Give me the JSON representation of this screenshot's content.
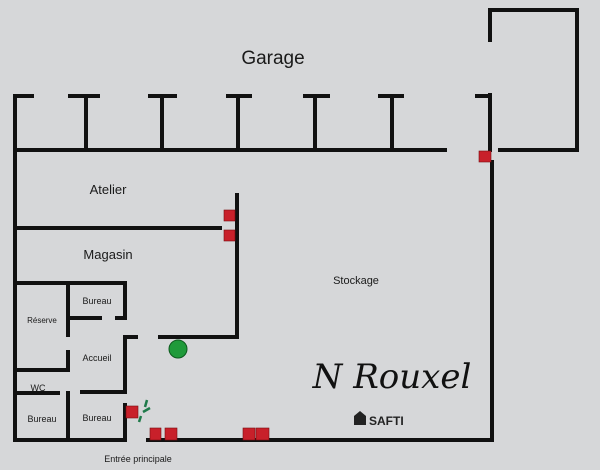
{
  "rooms": {
    "garage": "Garage",
    "atelier": "Atelier",
    "magasin": "Magasin",
    "stockage": "Stockage",
    "bureau_top": "Bureau",
    "reserve": "Réserve",
    "accueil": "Accueil",
    "wc": "WC",
    "bureau_bottom_left": "Bureau",
    "bureau_bottom_right": "Bureau"
  },
  "entrance_label": "Entrée principale",
  "signature": "N Rouxel",
  "logo": "SAFTI",
  "colors": {
    "background": "#d6d7d9",
    "walls": "#111111",
    "safety_equipment": "#c8202a",
    "emergency_sign": "#1f9a3a"
  }
}
